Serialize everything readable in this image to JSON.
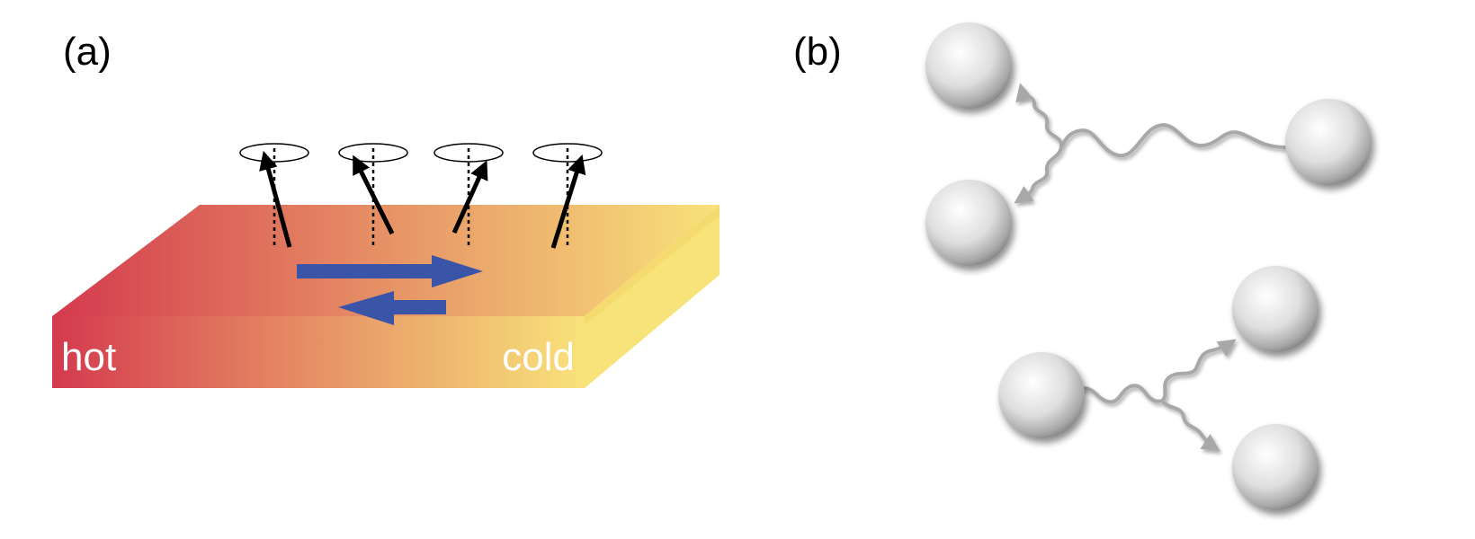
{
  "panels": {
    "a": {
      "label": "(a)"
    },
    "b": {
      "label": "(b)"
    }
  },
  "slab": {
    "hot_label": "hot",
    "cold_label": "cold",
    "colors": {
      "hot": "#d43a4e",
      "mid": "#e89a68",
      "cold": "#f8e27a"
    }
  },
  "current_arrow_color": "#3a55a8",
  "spin_count": 4,
  "particle_color": "#c8c8c8",
  "wave_color": "#a8a8a8"
}
